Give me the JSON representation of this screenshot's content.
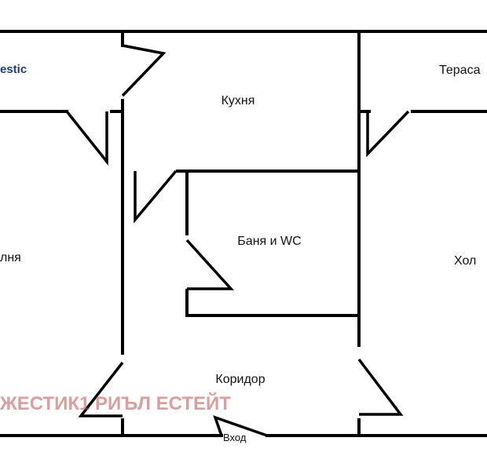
{
  "plan": {
    "rooms": {
      "kitchen": "Кухня",
      "terrace": "Тераса",
      "bathroom": "Баня и WC",
      "living": "Хол",
      "bedroom_partial": "лня",
      "corridor": "Коридор",
      "entrance": "Вход"
    },
    "logo_fragment": "estic",
    "watermark": "ЖЕСТИК1 РИЪЛ ЕСТЕЙТ"
  },
  "colors": {
    "walls": "#000000",
    "watermark": "#c0504d",
    "logo": "#1f3c88"
  }
}
